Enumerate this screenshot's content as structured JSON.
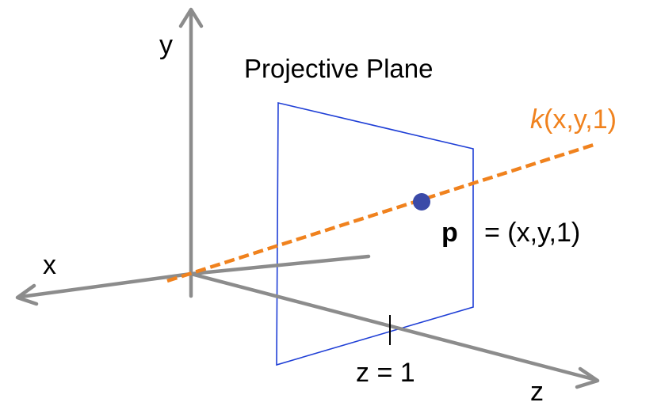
{
  "title": "Projective Plane",
  "axes": {
    "x_label": "x",
    "y_label": "y",
    "z_label": "z"
  },
  "plane_tick_label": "z = 1",
  "ray_label": {
    "scalar": "k",
    "rest": "(x,y,1)"
  },
  "point_label": {
    "name": "p",
    "rest": "= (x,y,1)"
  },
  "colors": {
    "axis": "#8c8c8c",
    "plane": "#1f3fd6",
    "ray": "#f0821e",
    "point": "#3b4aa8",
    "text": "#000000"
  }
}
